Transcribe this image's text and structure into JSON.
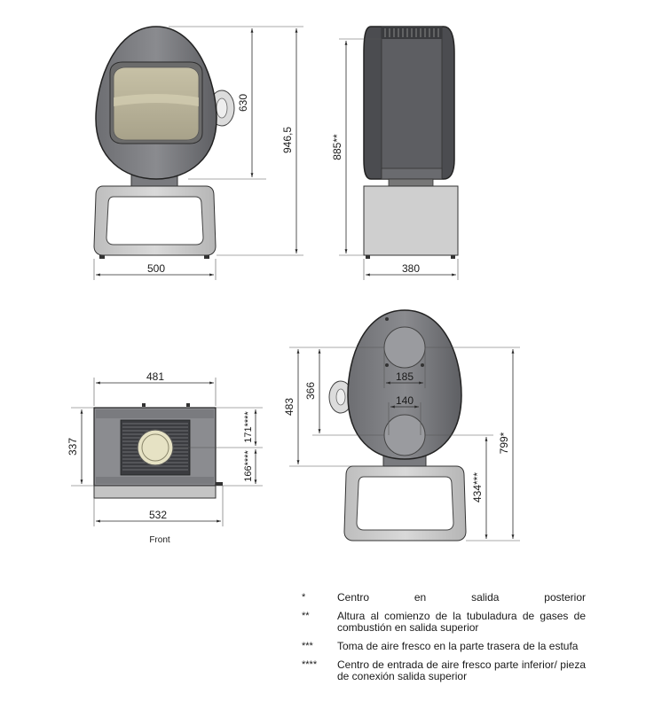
{
  "dimensions": {
    "front_width": "500",
    "firebox_height": "630",
    "total_height": "946,5",
    "side_depth": "380",
    "flue_height": "885**",
    "top_width": "481",
    "top_depth": "337",
    "top_total_width": "532",
    "air_a": "171****",
    "air_b": "166****",
    "rear_upper_dia": "185",
    "rear_lower_dia": "140",
    "rear_between": "366",
    "rear_top_height": "483",
    "rear_total_height": "799*",
    "rear_air_height": "434***"
  },
  "labels": {
    "front": "Front"
  },
  "legend": [
    {
      "mark": "*",
      "text": "Centro en salida posterior"
    },
    {
      "mark": "**",
      "text": "Altura al comienzo de la tubuladura de gases de combustión en salida superior"
    },
    {
      "mark": "***",
      "text": "Toma de aire fresco en la parte trasera de la estufa"
    },
    {
      "mark": "****",
      "text": "Centro de entrada de aire fresco parte inferior/ pieza de conexión salida superior"
    }
  ],
  "colors": {
    "body": "#7f8084",
    "body_dark": "#3a3b3e",
    "glass": "#b9b39a",
    "base": "#c8c8c8"
  }
}
